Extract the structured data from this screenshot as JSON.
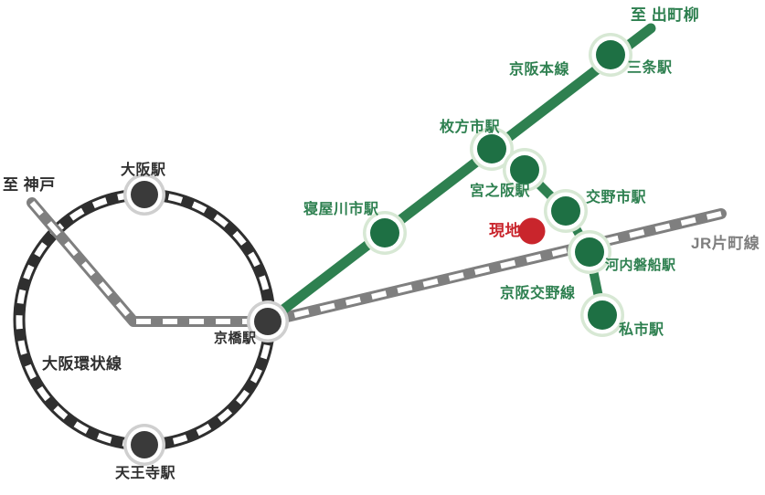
{
  "colors": {
    "keihan_green": "#2e8050",
    "station_green_fill": "#1e7044",
    "station_green_halo": "#d7e8d4",
    "loop_dark": "#2f2f2f",
    "station_dark_fill": "#3a3a3a",
    "station_dark_halo": "#cfcfcf",
    "jr_gray": "#7f7f7f",
    "site_red": "#c9252c",
    "background": "#ffffff"
  },
  "map": {
    "lines": [
      {
        "id": "keihan-main-line",
        "label": "京阪本線"
      },
      {
        "id": "keihan-katano-line",
        "label": "京阪交野線"
      },
      {
        "id": "jr-katamachi-line",
        "label": "JR片町線"
      },
      {
        "id": "osaka-loop-line",
        "label": "大阪環状線"
      }
    ],
    "destinations": [
      {
        "id": "demachiyanagi",
        "label": "至 出町柳"
      },
      {
        "id": "kobe",
        "label": "至 神戸"
      }
    ],
    "stations": [
      {
        "id": "osaka",
        "name": "大阪駅"
      },
      {
        "id": "tennoji",
        "name": "天王寺駅"
      },
      {
        "id": "kyobashi",
        "name": "京橋駅"
      },
      {
        "id": "neyagawashi",
        "name": "寝屋川市駅"
      },
      {
        "id": "hirakatashi",
        "name": "枚方市駅"
      },
      {
        "id": "sanjo",
        "name": "三条駅"
      },
      {
        "id": "miyanosaka",
        "name": "宮之阪駅"
      },
      {
        "id": "katanoshi",
        "name": "交野市駅"
      },
      {
        "id": "kawachi_iwafune",
        "name": "河内磐船駅"
      },
      {
        "id": "kisaichi",
        "name": "私市駅"
      }
    ],
    "site_marker": {
      "label": "現地"
    }
  }
}
